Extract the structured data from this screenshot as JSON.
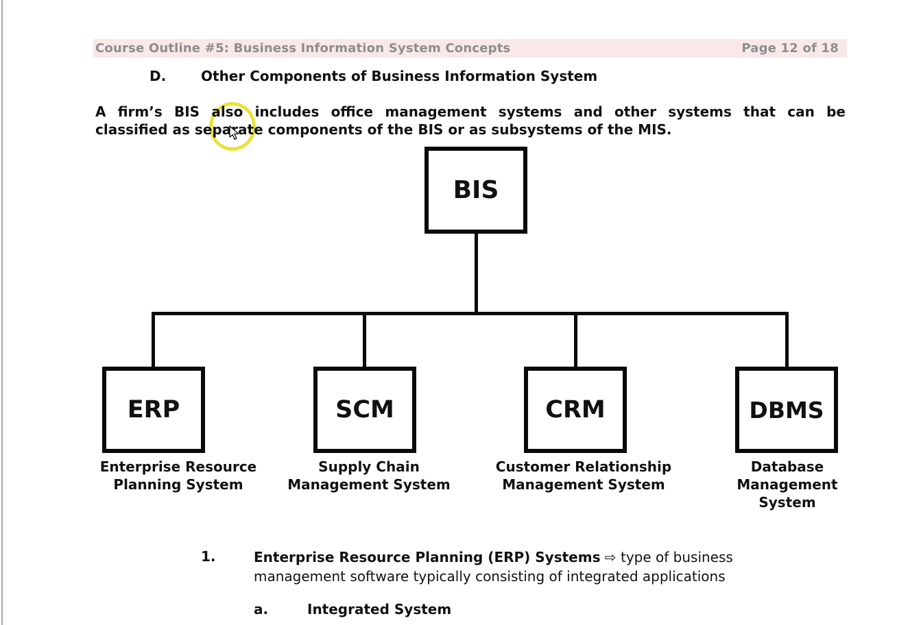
{
  "header": {
    "title": "Course Outline #5: Business Information System Concepts",
    "page_indicator": "Page 12 of 18"
  },
  "section": {
    "letter": "D.",
    "title": "Other Components of Business Information System"
  },
  "intro": {
    "line1": "A firm’s BIS also includes office management systems and other systems that can be",
    "line2": "classified as separate components of the BIS or as subsystems of the MIS."
  },
  "diagram": {
    "root": {
      "acronym": "BIS"
    },
    "children": [
      {
        "acronym": "ERP",
        "label_lines": [
          "Enterprise Resource",
          "Planning System"
        ]
      },
      {
        "acronym": "SCM",
        "label_lines": [
          "Supply Chain",
          "Management System"
        ]
      },
      {
        "acronym": "CRM",
        "label_lines": [
          "Customer Relationship",
          "Management System"
        ]
      },
      {
        "acronym": "DBMS",
        "label_lines": [
          "Database",
          "Management",
          "System"
        ]
      }
    ]
  },
  "list": {
    "item1": {
      "number": "1.",
      "title_bold": "Enterprise Resource Planning (ERP) Systems",
      "arrow": "⇨",
      "desc_line1_tail": "type of business",
      "desc_line2": "management software typically consisting of integrated applications"
    },
    "item1a": {
      "letter": "a.",
      "label": "Integrated System"
    }
  },
  "annotations": {
    "highlight_ring_color": "#e9df28",
    "cursor_icon": "arrow-cursor"
  },
  "colors": {
    "header_bg": "#f9e8e8",
    "header_text": "#8d8d8d",
    "text": "#111111",
    "line": "#0a0a0a"
  }
}
